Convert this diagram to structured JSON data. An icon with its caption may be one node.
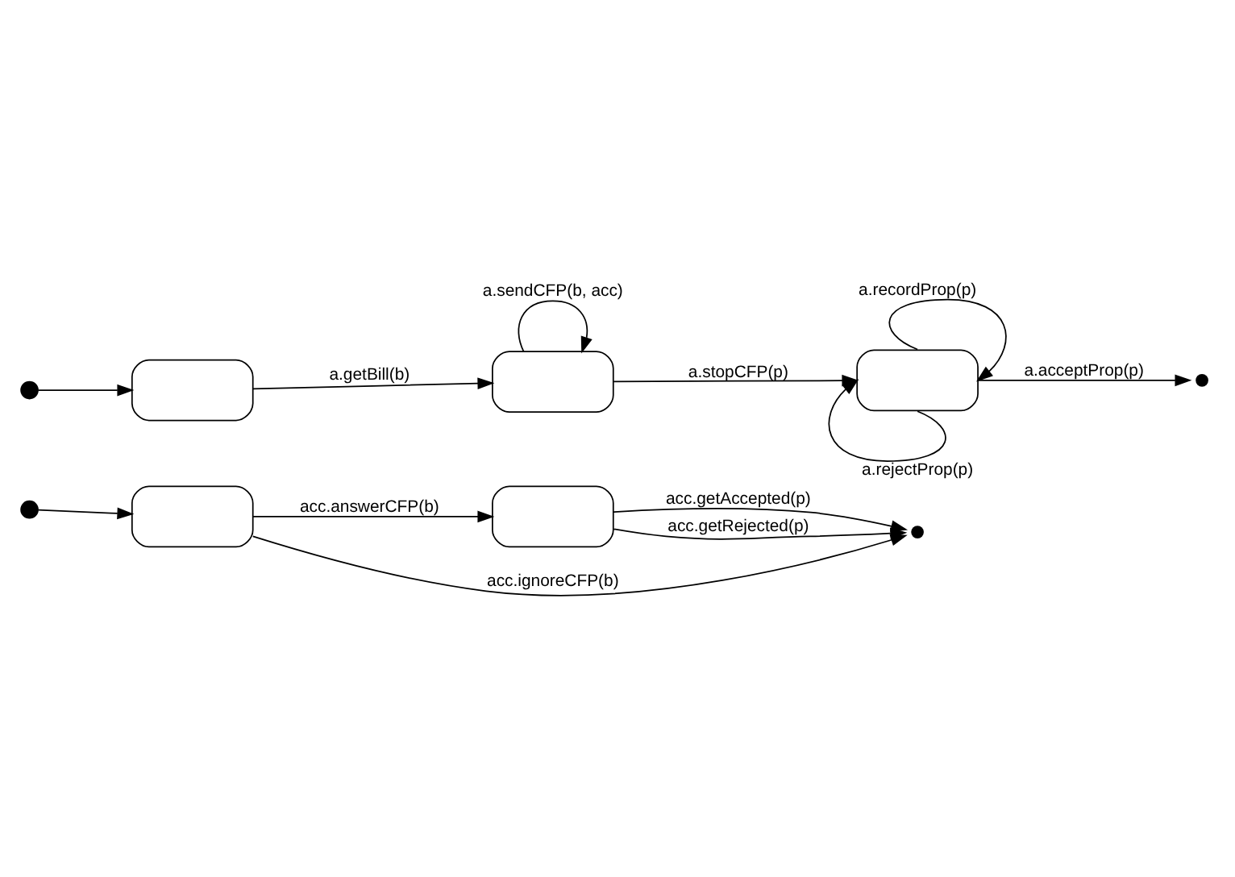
{
  "diagram": {
    "nodes": [
      {
        "text": [],
        "shape": "dot"
      },
      {
        "text": [],
        "shape": "box"
      },
      {
        "text": [],
        "shape": "box"
      },
      {
        "text": [],
        "shape": "box"
      },
      {
        "text": [],
        "shape": "bullseye"
      },
      {
        "text": [],
        "shape": "dot"
      },
      {
        "text": [],
        "shape": "box"
      },
      {
        "text": [],
        "shape": "box"
      },
      {
        "text": [],
        "shape": "bullseye"
      }
    ],
    "edges": [
      {
        "from": 0,
        "to": 1,
        "arrow": "to"
      },
      {
        "from": 1,
        "to": 2,
        "arrow": "to",
        "label": "a.getBill(b)"
      },
      {
        "from": 2,
        "to": 2,
        "arrow": "to",
        "label": "a.sendCFP(b, acc)"
      },
      {
        "from": 2,
        "to": 3,
        "arrow": "to",
        "label": "a.stopCFP(p)"
      },
      {
        "from": 3,
        "to": 3,
        "arrow": "to",
        "label": "a.recordProp(p)"
      },
      {
        "from": 3,
        "to": 3,
        "arrow": "to",
        "label": "a.rejectProp(p)"
      },
      {
        "from": 3,
        "to": 4,
        "arrow": "to",
        "label": "a.acceptProp(p)"
      },
      {
        "from": 5,
        "to": 6,
        "arrow": "to"
      },
      {
        "from": 6,
        "to": 7,
        "arrow": "to",
        "label": "acc.answerCFP(b)"
      },
      {
        "from": 7,
        "to": 8,
        "arrow": "to",
        "label": "acc.getAccepted(p)"
      },
      {
        "from": 7,
        "to": 8,
        "arrow": "to",
        "label": "acc.getRejected(p)"
      },
      {
        "from": 6,
        "to": 8,
        "arrow": "to",
        "label": "acc.ignoreCFP(b)"
      }
    ]
  }
}
